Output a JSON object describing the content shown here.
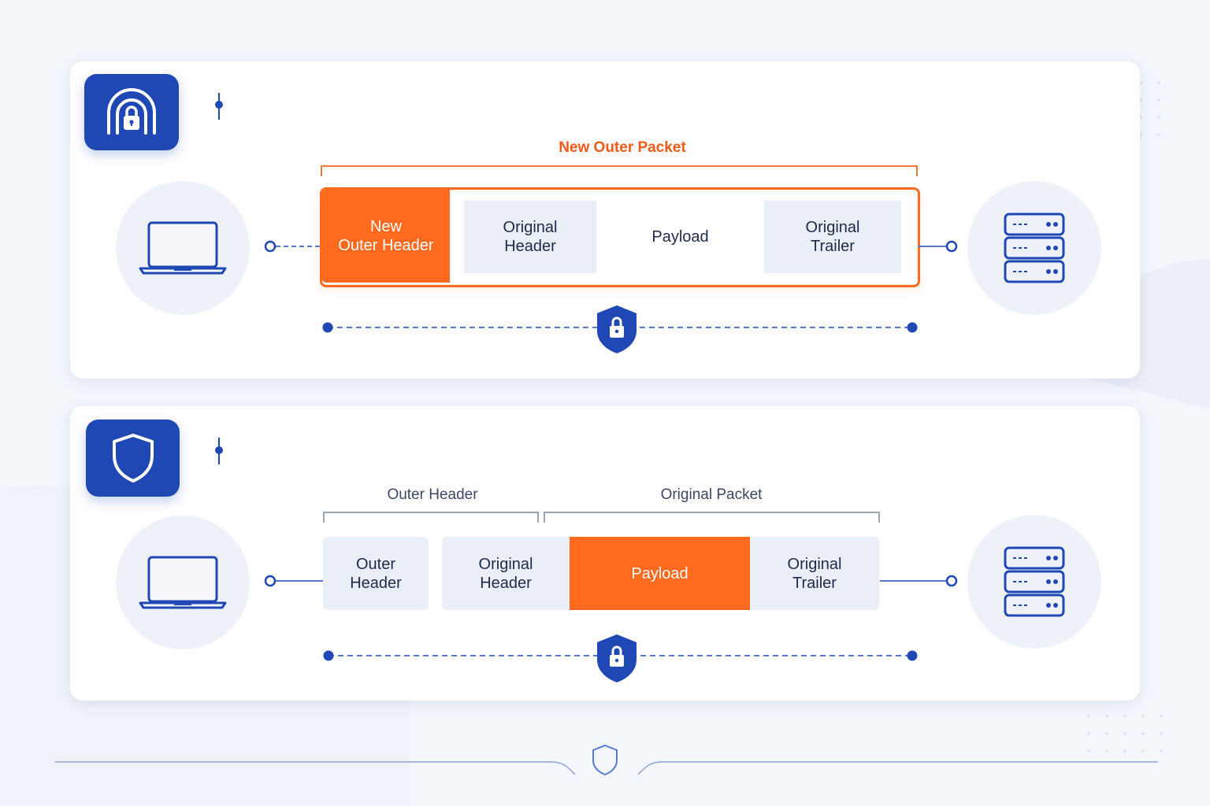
{
  "panels": [
    {
      "mode_icon": "tunnel-lock-icon",
      "bracket_label": "New Outer Packet",
      "segments": [
        {
          "label": "New\nOuter Header",
          "style": "orange"
        },
        {
          "label": "Original\nHeader",
          "style": "gray"
        },
        {
          "label": "Payload",
          "style": "white"
        },
        {
          "label": "Original\nTrailer",
          "style": "gray"
        }
      ],
      "source_icon": "laptop-icon",
      "destination_icon": "server-icon",
      "encryption_icon": "shield-lock-icon"
    },
    {
      "mode_icon": "shield-icon",
      "bracket_labels": [
        "Outer Header",
        "Original Packet"
      ],
      "segments": [
        {
          "label": "Outer\nHeader",
          "style": "gray"
        },
        {
          "label": "Original\nHeader",
          "style": "gray"
        },
        {
          "label": "Payload",
          "style": "orange"
        },
        {
          "label": "Original\nTrailer",
          "style": "gray"
        }
      ],
      "source_icon": "laptop-icon",
      "destination_icon": "server-icon",
      "encryption_icon": "shield-lock-icon"
    }
  ],
  "footer_icon": "shield-icon",
  "colors": {
    "accent_blue": "#1f48b4",
    "accent_orange": "#ff6a1f",
    "segment_gray": "#e9eef7",
    "line_blue": "#5a78c8"
  }
}
